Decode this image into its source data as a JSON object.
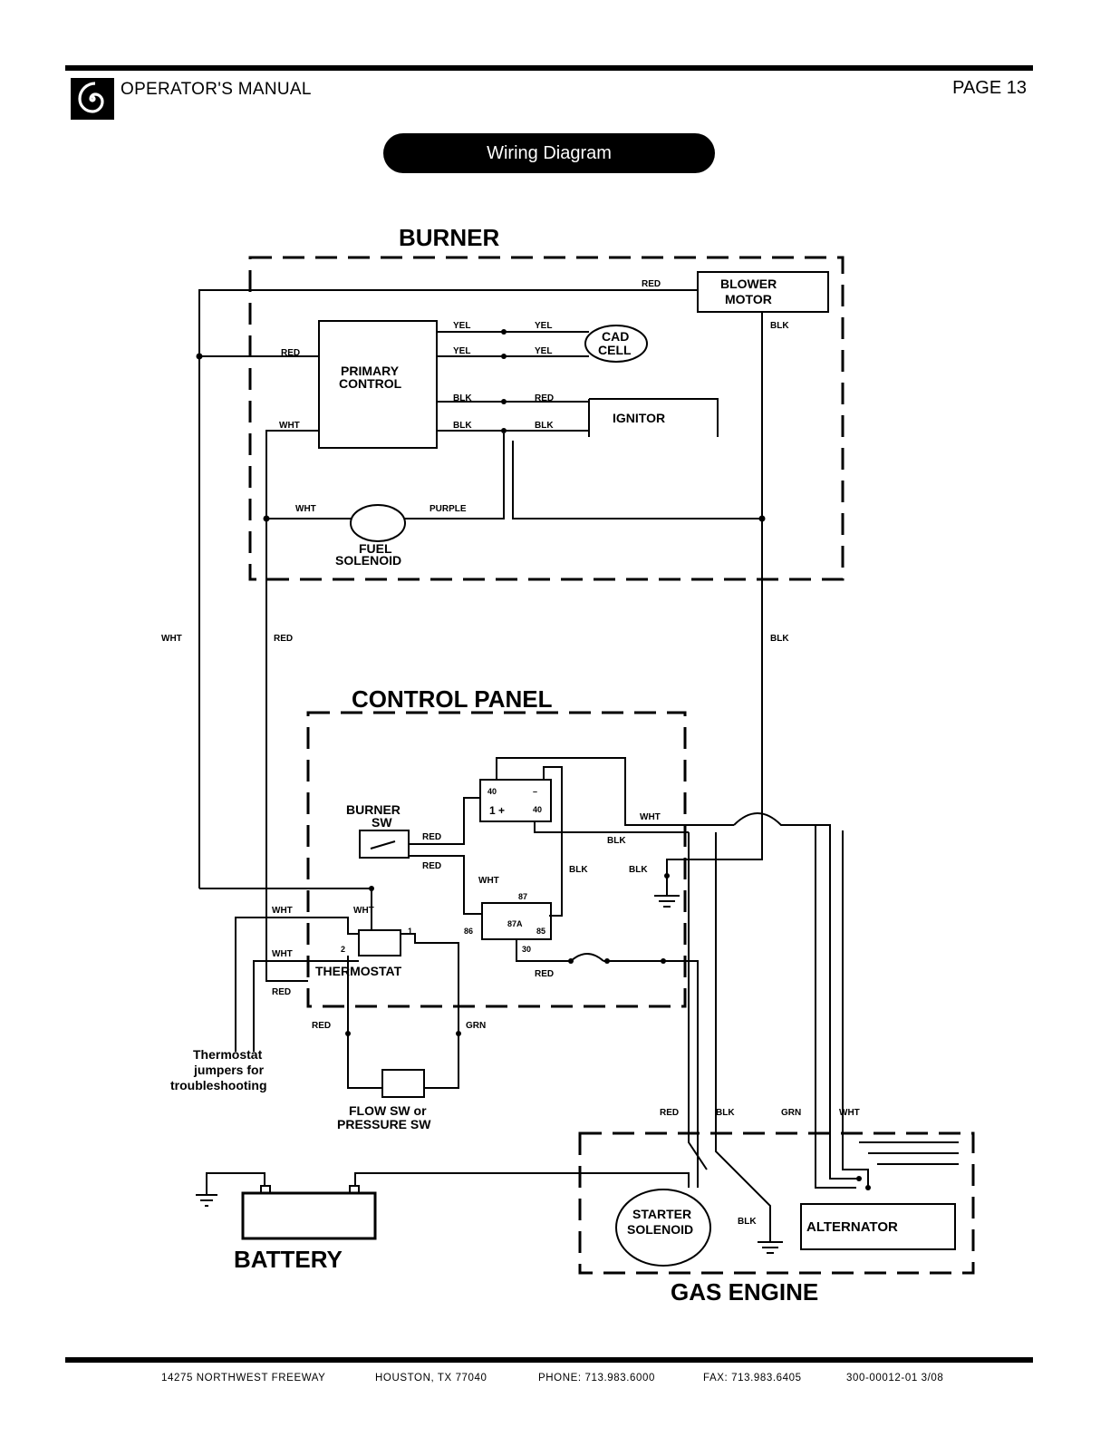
{
  "header": {
    "manual_title": "OPERATOR'S MANUAL",
    "page": "PAGE 13",
    "section": "Wiring Diagram"
  },
  "diagram": {
    "sections": {
      "burner": "BURNER",
      "control_panel": "CONTROL PANEL",
      "gas_engine": "GAS ENGINE",
      "battery": "BATTERY"
    },
    "components": {
      "blower_motor": [
        "BLOWER",
        "MOTOR"
      ],
      "primary_control": [
        "PRIMARY",
        "CONTROL"
      ],
      "cad_cell": [
        "CAD",
        "CELL"
      ],
      "ignitor": "IGNITOR",
      "fuel_solenoid": [
        "FUEL",
        "SOLENOID"
      ],
      "burner_sw": [
        "BURNER",
        "SW"
      ],
      "thermostat": "THERMOSTAT",
      "flow_sw": [
        "FLOW SW or",
        "PRESSURE SW"
      ],
      "starter_solenoid": [
        "STARTER",
        "SOLENOID"
      ],
      "alternator": "ALTERNATOR",
      "jumper_note": [
        "Thermostat",
        "jumpers for",
        "troubleshooting"
      ]
    },
    "wire_labels": {
      "red": "RED",
      "blk": "BLK",
      "wht": "WHT",
      "yel": "YEL",
      "purple": "PURPLE",
      "grn": "GRN"
    },
    "pins": {
      "p85": "85",
      "p86": "86",
      "p87": "87",
      "p30": "30",
      "p87a": "87A",
      "p1": "1",
      "p2": "2",
      "p1_plus": "1 +",
      "minus": "–",
      "p40": "40",
      "p30b": "30"
    }
  },
  "footer": {
    "address": "14275 NORTHWEST FREEWAY",
    "city": "HOUSTON, TX  77040",
    "phone": "PHONE: 713.983.6000",
    "fax": "FAX: 713.983.6405",
    "doc": "300-00012-01   3/08"
  }
}
